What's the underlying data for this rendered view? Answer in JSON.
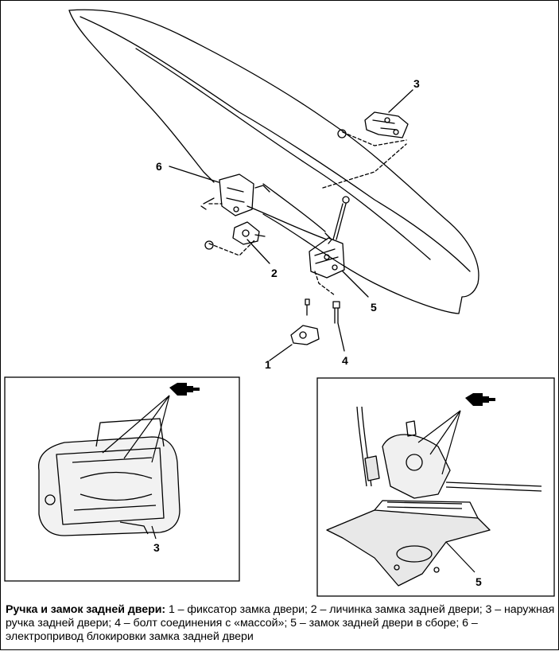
{
  "callouts": {
    "c1": "1",
    "c2": "2",
    "c3": "3",
    "c4": "4",
    "c5": "5",
    "c6": "6",
    "inset_left_c3": "3",
    "inset_right_c5": "5"
  },
  "caption": {
    "title": "Ручка и замок задней двери:",
    "text": " 1 – фиксатор замка двери; 2 – личинка замка задней двери; 3 – наружная ручка задней двери; 4 – болт соединения с «массой»; 5 – замок задней двери в сборе; 6 – электропривод блокировки замка задней двери"
  },
  "icons": {
    "lubricant_left": "oil-can-icon",
    "lubricant_right": "oil-can-icon"
  }
}
